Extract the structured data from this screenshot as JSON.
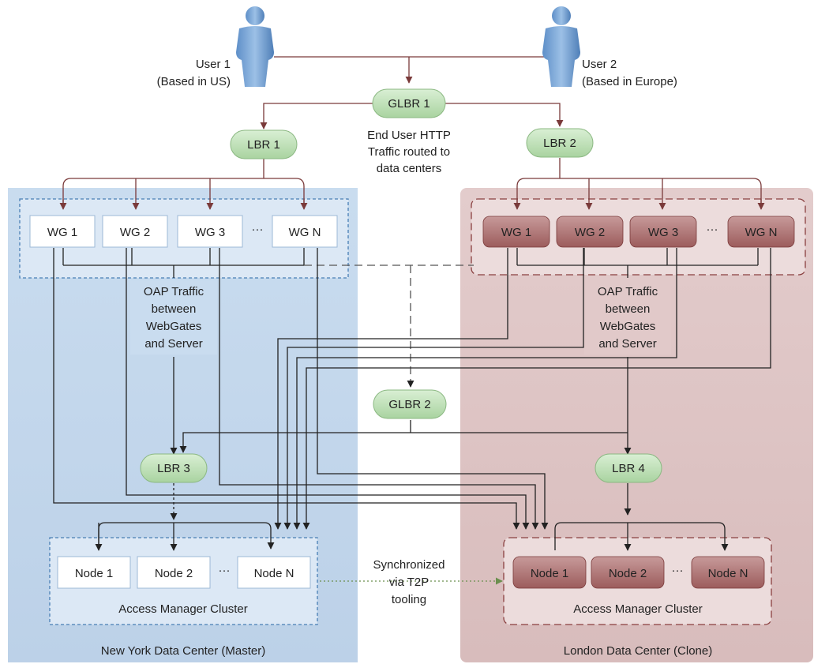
{
  "users": {
    "user1": {
      "name": "User 1",
      "location": "(Based in US)"
    },
    "user2": {
      "name": "User 2",
      "location": "(Based in Europe)"
    }
  },
  "balancers": {
    "glbr1": "GLBR 1",
    "glbr2": "GLBR 2",
    "lbr1": "LBR 1",
    "lbr2": "LBR 2",
    "lbr3": "LBR 3",
    "lbr4": "LBR 4"
  },
  "traffic_note": [
    "End User HTTP",
    "Traffic routed to",
    "data centers"
  ],
  "oap_note": [
    "OAP Traffic",
    "between",
    "WebGates",
    "and Server"
  ],
  "webgates": [
    "WG 1",
    "WG 2",
    "WG 3",
    "WG N"
  ],
  "ellipsis": "···",
  "nodes": [
    "Node 1",
    "Node 2",
    "Node N"
  ],
  "cluster_label": "Access Manager Cluster",
  "sync_note": [
    "Synchronized",
    "via T2P",
    "tooling"
  ],
  "data_centers": {
    "ny": "New York Data Center (Master)",
    "london": "London Data Center (Clone)"
  },
  "colors": {
    "ny_bg": "#c3d7ec",
    "london_bg": "#dcc4c4",
    "green_pill": "#bfe0b8",
    "maroon_box": "#a86a6a",
    "arrow_brown": "#7a3a3a",
    "sync_arrow": "#6b8f4e"
  }
}
